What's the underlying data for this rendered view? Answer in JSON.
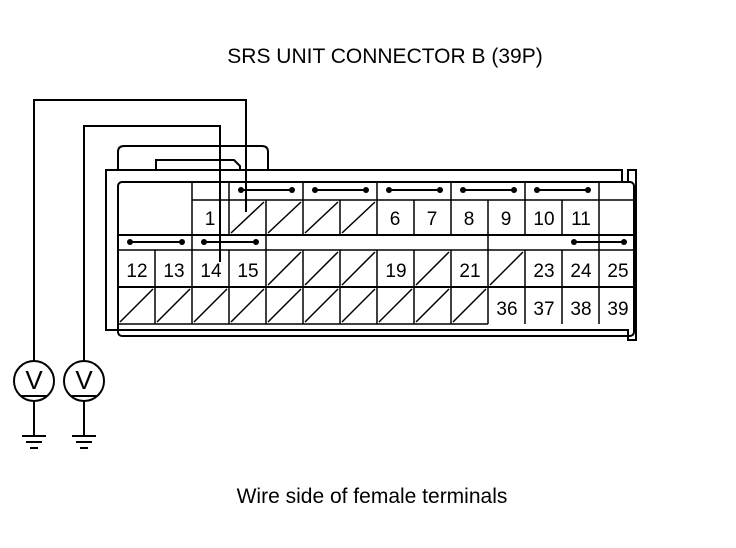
{
  "diagram": {
    "title": "SRS UNIT CONNECTOR B (39P)",
    "caption": "Wire side of female terminals",
    "meters": [
      {
        "symbol": "V"
      },
      {
        "symbol": "V"
      }
    ],
    "row1_labels": [
      "1",
      "6",
      "7",
      "8",
      "9",
      "10",
      "11"
    ],
    "row2_labels": [
      "12",
      "13",
      "14",
      "15",
      "19",
      "21",
      "23",
      "24",
      "25"
    ],
    "row3_labels": [
      "36",
      "37",
      "38",
      "39"
    ]
  }
}
